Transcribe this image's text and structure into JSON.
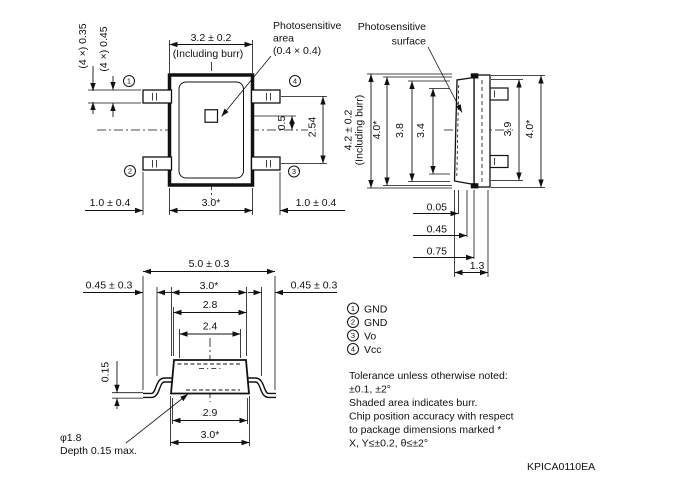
{
  "top_view": {
    "ps_label": [
      "Photosensitive",
      "area",
      "(0.4 × 0.4)"
    ],
    "dim_top": "3.2 ± 0.2",
    "dim_top_note": "(Including burr)",
    "dim_lead_thk": "(4 ×) 0.35",
    "dim_lead_w": "(4 ×) 0.45",
    "dim_offset": "0.5",
    "dim_pitch": "2.54",
    "dim_lead_len_l": "1.0 ± 0.4",
    "dim_body_w": "3.0*",
    "dim_lead_len_r": "1.0 ± 0.4"
  },
  "side_view": {
    "surface_label": [
      "Photosensitive",
      "surface"
    ],
    "dim_h_total": "4.2 ± 0.2",
    "dim_h_total_note": "(Including burr)",
    "dim_h_body": "4.0*",
    "dim_h_38": "3.8",
    "dim_h_34": "3.4",
    "dim_h_39": "3.9",
    "dim_h_40": "4.0*",
    "dim_d_005": "0.05",
    "dim_d_045": "0.45",
    "dim_d_075": "0.75",
    "dim_d_13": "1.3"
  },
  "front_view": {
    "dim_w_total": "5.0 ± 0.3",
    "dim_w_lead_l": "0.45 ± 0.3",
    "dim_w_body": "3.0*",
    "dim_w_lead_r": "0.45 ± 0.3",
    "dim_w_28": "2.8",
    "dim_w_24": "2.4",
    "dim_t_015": "0.15",
    "dim_w_29": "2.9",
    "dim_w_30": "3.0*",
    "hole_dia": "φ1.8",
    "hole_depth": "Depth 0.15 max."
  },
  "pins": [
    {
      "num": "1",
      "label": "GND"
    },
    {
      "num": "2",
      "label": "GND"
    },
    {
      "num": "3",
      "label": "Vo"
    },
    {
      "num": "4",
      "label": "Vcc"
    }
  ],
  "notes": [
    "Tolerance unless otherwise noted:",
    "±0.1, ±2°",
    "Shaded area indicates burr.",
    "Chip position accuracy with respect",
    "to package dimensions marked *",
    "X, Y≤±0.2, θ≤±2°"
  ],
  "doc_code": "KPICA0110EA"
}
